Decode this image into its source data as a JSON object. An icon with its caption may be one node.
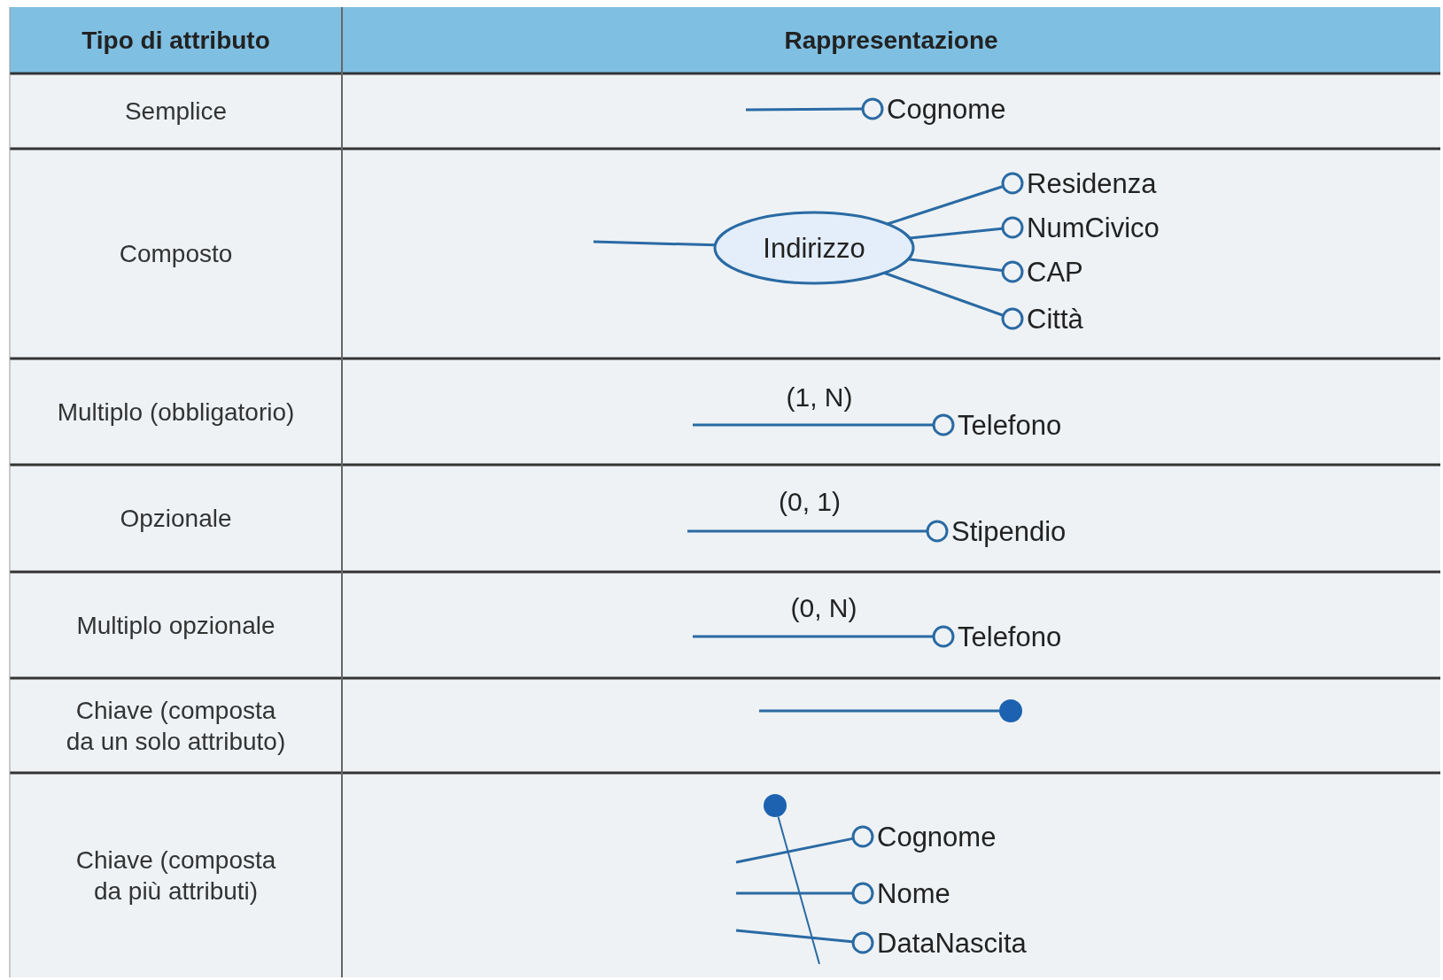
{
  "diagram": {
    "nodes": [
      {
        "text": [
          "Cognome"
        ]
      },
      {
        "text": [
          "Indirizzo"
        ]
      },
      {
        "text": [
          "Residenza"
        ]
      },
      {
        "text": [
          "NumCivico"
        ]
      },
      {
        "text": [
          "CAP"
        ]
      },
      {
        "text": [
          "Città"
        ]
      },
      {
        "text": [
          "Telefono"
        ]
      },
      {
        "text": [
          "Stipendio"
        ]
      },
      {
        "text": [
          "Telefono"
        ]
      },
      {
        "text": [],
        "shape": "circle"
      },
      {
        "text": [],
        "shape": "circle"
      },
      {
        "text": [
          "Cognome"
        ]
      },
      {
        "text": [
          "Nome"
        ]
      },
      {
        "text": [
          "DataNascita"
        ]
      }
    ],
    "edges": [
      {
        "from": null,
        "to": 0,
        "arrow": "none"
      },
      {
        "from": null,
        "to": 1,
        "arrow": "none"
      },
      {
        "from": 1,
        "to": 2,
        "arrow": "none"
      },
      {
        "from": 1,
        "to": 3,
        "arrow": "none"
      },
      {
        "from": 1,
        "to": 4,
        "arrow": "none"
      },
      {
        "from": 1,
        "to": 5,
        "arrow": "none"
      },
      {
        "from": null,
        "to": 6,
        "arrow": "none",
        "label": "(1, N)"
      },
      {
        "from": null,
        "to": 7,
        "arrow": "none",
        "label": "(0, 1)"
      },
      {
        "from": null,
        "to": 8,
        "arrow": "none",
        "label": "(0, N)"
      },
      {
        "from": null,
        "to": 9,
        "arrow": "none"
      },
      {
        "from": 10,
        "to": null,
        "arrow": "none"
      },
      {
        "from": null,
        "to": 11,
        "arrow": "none"
      },
      {
        "from": null,
        "to": 12,
        "arrow": "none"
      },
      {
        "from": null,
        "to": 13,
        "arrow": "none"
      }
    ],
    "labels": [
      "Tipo di attributo",
      "Rappresentazione",
      "Semplice",
      "Composto",
      "Multiplo (obbligatorio)",
      "Opzionale",
      "Multiplo opzionale",
      "Chiave (composta da un solo attributo)",
      "Chiave (composta da più attributi)"
    ]
  }
}
